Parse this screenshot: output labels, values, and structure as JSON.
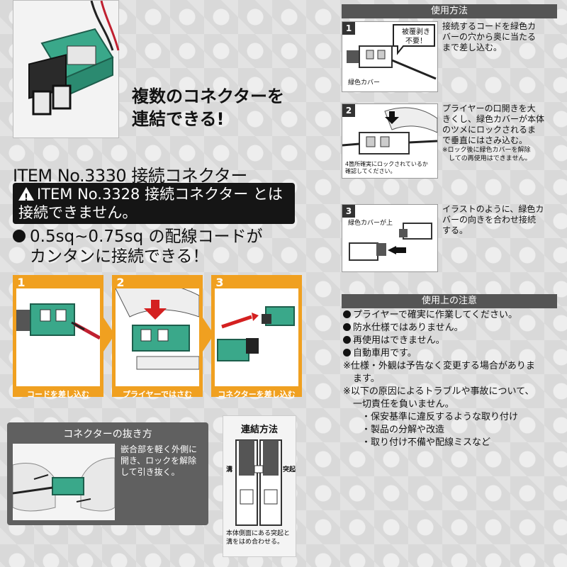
{
  "catchphrase": [
    "複数のコネクターを",
    "連結できる!"
  ],
  "item_title": "ITEM No.3330 接続コネクター",
  "warning": [
    "ITEM No.3328 接続コネクター とは",
    "接続できません。"
  ],
  "wire_text": [
    "0.5sq~0.75sq の配線コードが",
    "カンタンに接続できる！"
  ],
  "steps": [
    {
      "num": "1",
      "caption": "コードを差し込む"
    },
    {
      "num": "2",
      "caption": "プライヤーではさむ"
    },
    {
      "num": "3",
      "caption": "コネクターを差し込む"
    }
  ],
  "removal": {
    "title": "コネクターの抜き方",
    "text": [
      "嵌合部を軽く外側に",
      "開き、ロックを解除",
      "して引き抜く。"
    ]
  },
  "linking": {
    "title": "連結方法",
    "groove_label": "溝",
    "protrusion_label": "突起",
    "desc": [
      "本体側面にある突起と",
      "溝をはめ合わせる。"
    ]
  },
  "usage": {
    "title": "使用方法",
    "steps": [
      {
        "num": "1",
        "bubble": [
          "被覆剥き",
          "不要！"
        ],
        "label": "緑色カバー",
        "text": [
          "接続するコードを緑色カ",
          "バーの穴から奥に当たる",
          "まで差し込む。"
        ]
      },
      {
        "num": "2",
        "note_img": [
          "4箇所確実にロックされているか",
          "確認してください。"
        ],
        "text": [
          "プライヤーの口開きを大",
          "きくし、緑色カバーが本体",
          "のツメにロックされるま",
          "で垂直にはさみ込む。"
        ],
        "note": [
          "※ロック後に緑色カバーを解除",
          "　しての再使用はできません。"
        ]
      },
      {
        "num": "3",
        "label": "緑色カバーが上",
        "text": [
          "イラストのように、緑色カ",
          "バーの向きを合わせ接続",
          "する。"
        ]
      }
    ]
  },
  "caution": {
    "title": "使用上の注意",
    "bullets": [
      "プライヤーで確実に作業してください。",
      "防水仕様ではありません。",
      "再使用はできません。",
      "自動車用です。"
    ],
    "notes": [
      [
        "※仕様・外観は予告なく変更する場合がありま",
        "ます。"
      ],
      [
        "※以下の原因によるトラブルや事故について、",
        "一切責任を負いません。"
      ]
    ],
    "subitems": [
      "・保安基準に違反するような取り付け",
      "・製品の分解や改造",
      "・取り付け不備や配線ミスなど"
    ]
  },
  "colors": {
    "accent_orange": "#f0a020",
    "connector_green": "#3aa88a",
    "dark_box": "#606060",
    "header_gray": "#555555"
  }
}
